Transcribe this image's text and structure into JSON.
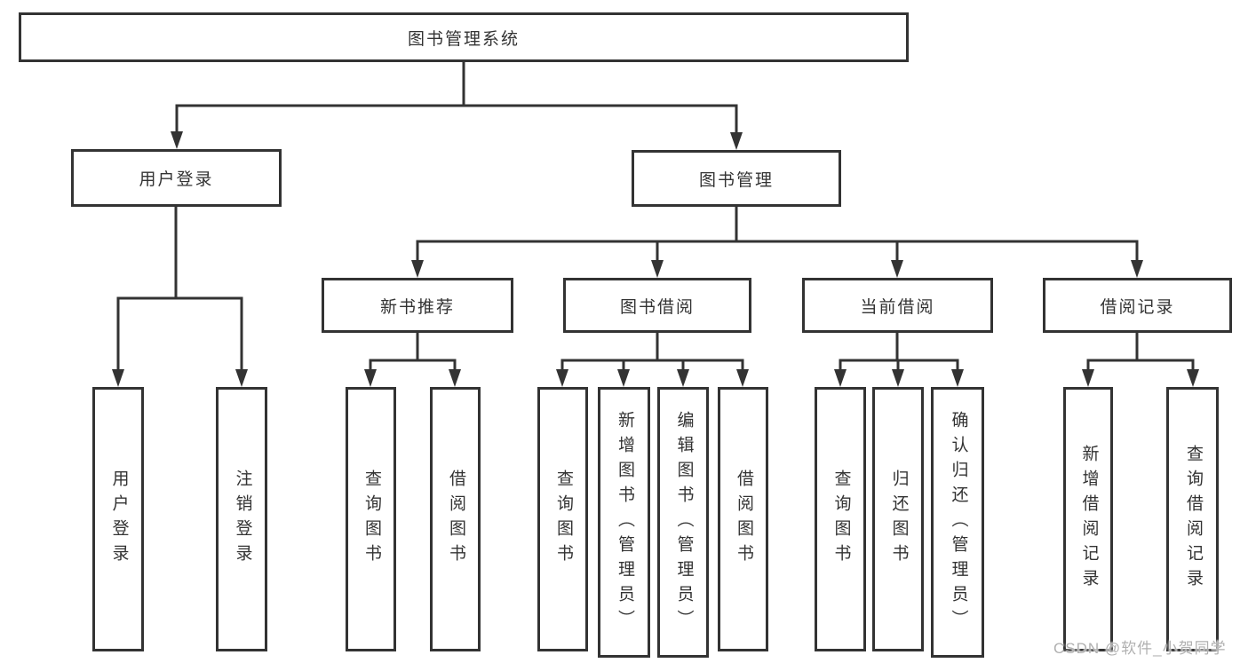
{
  "diagram": {
    "root": {
      "label": "图书管理系统"
    },
    "branches": [
      {
        "label": "用户登录",
        "children": [
          {
            "label": "用户登录"
          },
          {
            "label": "注销登录"
          }
        ]
      },
      {
        "label": "图书管理",
        "children": [
          {
            "label": "新书推荐",
            "children": [
              {
                "label": "查询图书"
              },
              {
                "label": "借阅图书"
              }
            ]
          },
          {
            "label": "图书借阅",
            "children": [
              {
                "label": "查询图书"
              },
              {
                "label": "新增图书（管理员）"
              },
              {
                "label": "编辑图书（管理员）"
              },
              {
                "label": "借阅图书"
              }
            ]
          },
          {
            "label": "当前借阅",
            "children": [
              {
                "label": "查询图书"
              },
              {
                "label": "归还图书"
              },
              {
                "label": "确认归还（管理员）"
              }
            ]
          },
          {
            "label": "借阅记录",
            "children": [
              {
                "label": "新增借阅记录"
              },
              {
                "label": "查询借阅记录"
              }
            ]
          }
        ]
      }
    ]
  },
  "watermark": {
    "text": "CSDN @软件_小贺同学"
  },
  "colors": {
    "line": "#333333",
    "box_border": "#333333",
    "text": "#333333",
    "watermark": "#b0b0b0",
    "background": "#ffffff"
  }
}
